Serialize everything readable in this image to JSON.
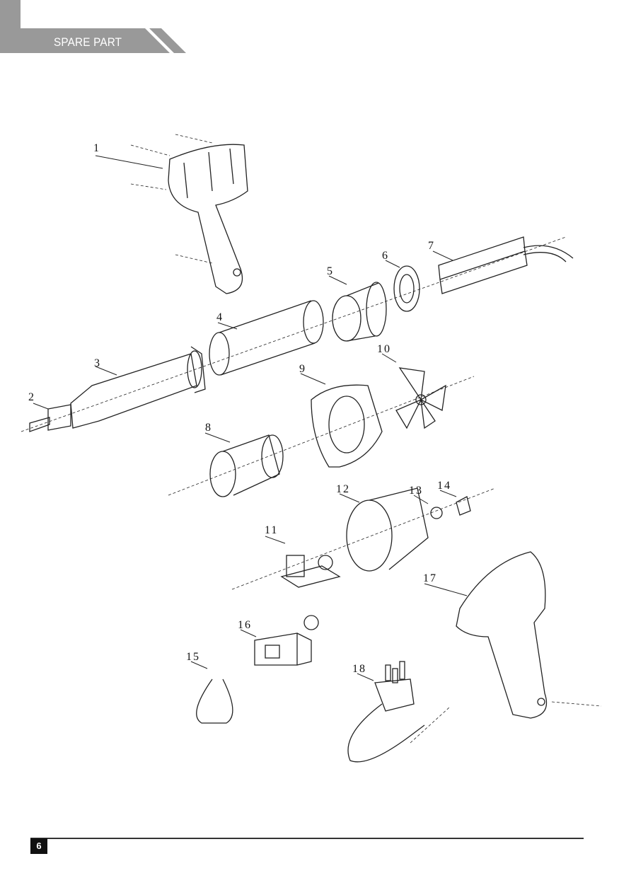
{
  "header": {
    "title": "SPARE PART",
    "color": "#999999"
  },
  "diagram": {
    "labels": [
      "1",
      "2",
      "3",
      "4",
      "5",
      "6",
      "7",
      "8",
      "9",
      "10",
      "11",
      "12",
      "13",
      "14",
      "15",
      "16",
      "17",
      "18"
    ]
  },
  "footer": {
    "page_number": "6"
  }
}
